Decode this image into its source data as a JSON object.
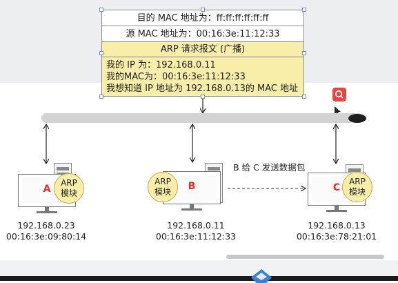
{
  "arp_frame": {
    "dest_mac_row": "目的 MAC 地址为：ff:ff:ff:ff:ff:ff",
    "src_mac_row": "源 MAC 地址为：00:16:3e:11:12:33",
    "type_row": "ARP 请求报文 (广播)",
    "body_lines": [
      "我的 IP 为：192.168.0.11",
      "我的MAC为：00:16:3e:11:12:33",
      "我想知道 IP 地址为 192.168.0.13的 MAC 地址"
    ]
  },
  "hosts": [
    {
      "letter": "A",
      "arp_label": "ARP\n模块",
      "ip": "192.168.0.23",
      "mac": "00:16:3e:09:80:14"
    },
    {
      "letter": "B",
      "arp_label": "ARP\n模块",
      "ip": "192.168.0.11",
      "mac": "00:16:3e:11:12:33"
    },
    {
      "letter": "C",
      "arp_label": "ARP\n模块",
      "ip": "192.168.0.13",
      "mac": "00:16:3e:78:21:01"
    }
  ],
  "arp_text": {
    "line1": "ARP",
    "line2": "模块"
  },
  "send_caption": "B 给 C 发送数据包",
  "colors": {
    "host_letter": "#e0302b",
    "arp_fill": "#f8eeaa",
    "bus": "#d3d3d3",
    "search_badge": "#e64545"
  },
  "icons": [
    "search-icon",
    "cursor-icon",
    "app-logo-icon"
  ]
}
